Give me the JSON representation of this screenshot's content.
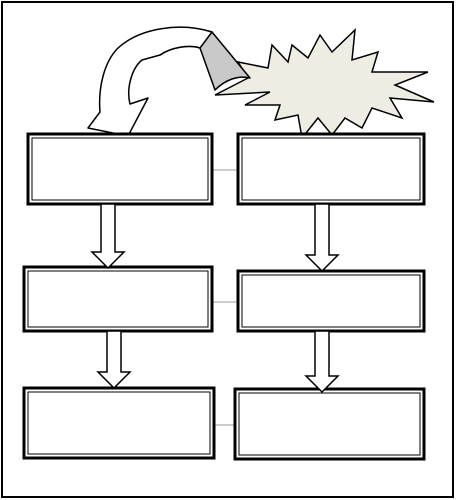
{
  "colors": {
    "background": "#ffffff",
    "outline": "#000000",
    "box_fill": "#ffffff",
    "curved_arrow_front": "#ffffff",
    "curved_arrow_back": "#c9c9c9",
    "burst_fill": "#eeede4"
  },
  "shapes": {
    "frame": "rectangle",
    "burst": "star-burst",
    "curved_arrow": "curved-block-arrow"
  },
  "diagram": {
    "boxes": [
      {
        "id": "box-left-1",
        "text": ""
      },
      {
        "id": "box-right-1",
        "text": ""
      },
      {
        "id": "box-left-2",
        "text": ""
      },
      {
        "id": "box-right-2",
        "text": ""
      },
      {
        "id": "box-left-3",
        "text": ""
      },
      {
        "id": "box-right-3",
        "text": ""
      }
    ],
    "arrows": [
      {
        "from": "box-left-1",
        "to": "box-left-2"
      },
      {
        "from": "box-left-2",
        "to": "box-left-3"
      },
      {
        "from": "box-right-1",
        "to": "box-right-2"
      },
      {
        "from": "box-right-2",
        "to": "box-right-3"
      }
    ],
    "connectors": [
      {
        "from": "box-left-1",
        "to": "box-right-1"
      },
      {
        "from": "box-left-2",
        "to": "box-right-2"
      },
      {
        "from": "box-left-3",
        "to": "box-right-3"
      }
    ],
    "curved_arrow": {
      "from": "burst",
      "to": "box-left-1"
    }
  }
}
